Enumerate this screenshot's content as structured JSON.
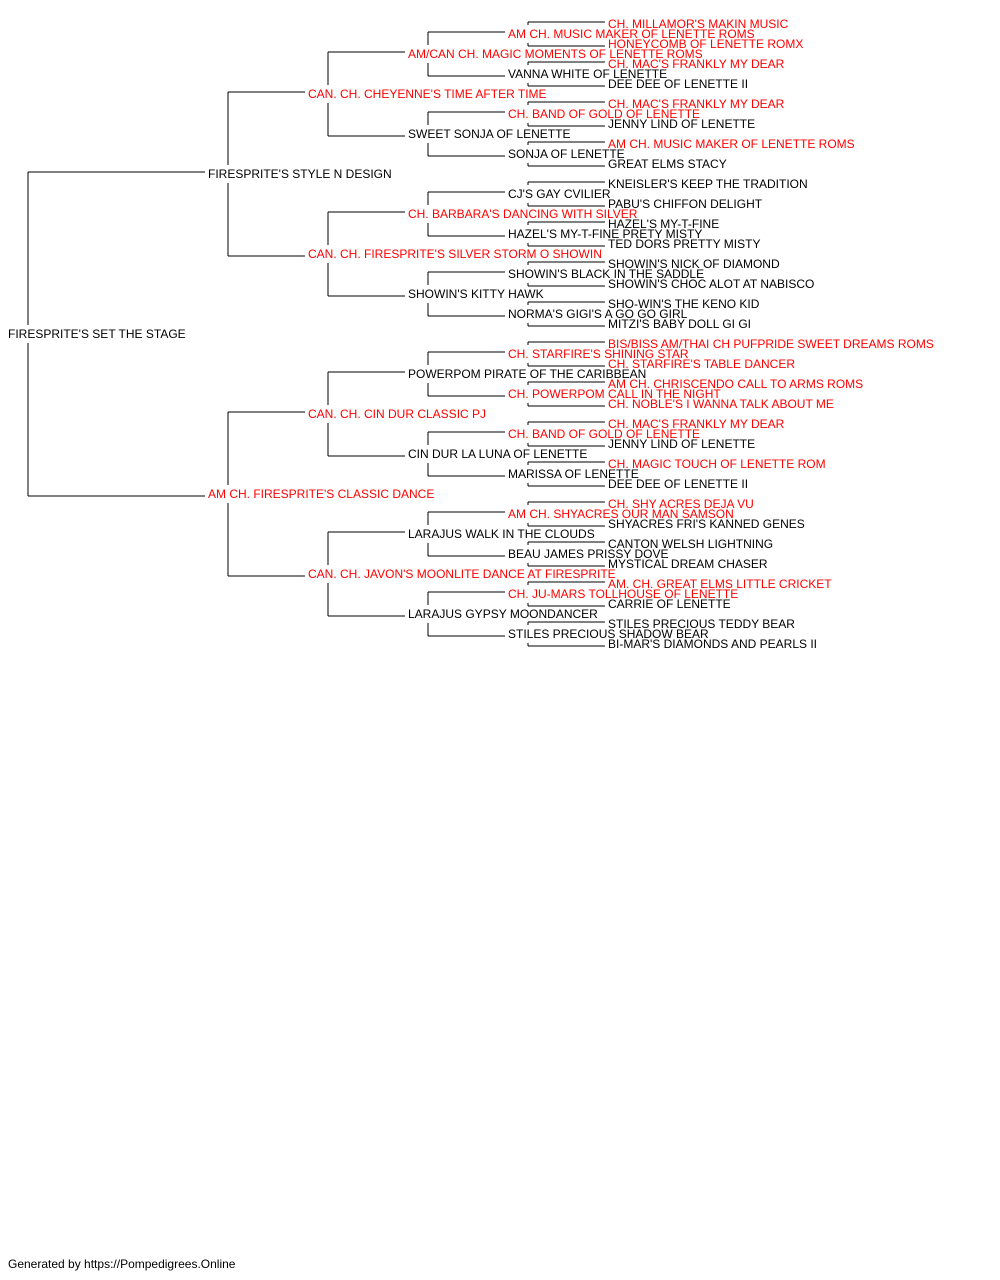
{
  "colors": {
    "champion": "#ff0000",
    "normal": "#000000",
    "line": "#000000"
  },
  "footer": "Generated by https://Pompedigrees.Online",
  "pedigree": {
    "name": "FIRESPRITE'S SET THE STAGE",
    "champion": false,
    "sire": {
      "name": "FIRESPRITE'S STYLE N DESIGN",
      "champion": false,
      "sire": {
        "name": "CAN. CH. CHEYENNE'S TIME AFTER TIME",
        "champion": true,
        "sire": {
          "name": "AM/CAN CH. MAGIC MOMENTS OF LENETTE ROMS",
          "champion": true,
          "sire": {
            "name": "AM CH. MUSIC MAKER OF LENETTE ROMS",
            "champion": true,
            "sire": {
              "name": "CH. MILLAMOR'S MAKIN MUSIC",
              "champion": true
            },
            "dam": {
              "name": "HONEYCOMB OF LENETTE ROMX",
              "champion": true
            }
          },
          "dam": {
            "name": "VANNA WHITE OF LENETTE",
            "champion": false,
            "sire": {
              "name": "CH. MAC'S FRANKLY MY DEAR",
              "champion": true
            },
            "dam": {
              "name": "DEE DEE OF LENETTE II",
              "champion": false
            }
          }
        },
        "dam": {
          "name": "SWEET SONJA OF LENETTE",
          "champion": false,
          "sire": {
            "name": "CH. BAND OF GOLD OF LENETTE",
            "champion": true,
            "sire": {
              "name": "CH. MAC'S FRANKLY MY DEAR",
              "champion": true
            },
            "dam": {
              "name": "JENNY LIND OF LENETTE",
              "champion": false
            }
          },
          "dam": {
            "name": "SONJA OF LENETTE",
            "champion": false,
            "sire": {
              "name": "AM CH. MUSIC MAKER OF LENETTE ROMS",
              "champion": true
            },
            "dam": {
              "name": "GREAT ELMS STACY",
              "champion": false
            }
          }
        }
      },
      "dam": {
        "name": "CAN. CH. FIRESPRITE'S SILVER STORM O SHOWIN",
        "champion": true,
        "sire": {
          "name": "CH. BARBARA'S DANCING WITH SILVER",
          "champion": true,
          "sire": {
            "name": "CJ'S GAY CVILIER",
            "champion": false,
            "sire": {
              "name": "KNEISLER'S KEEP THE TRADITION",
              "champion": false
            },
            "dam": {
              "name": "PABU'S CHIFFON DELIGHT",
              "champion": false
            }
          },
          "dam": {
            "name": "HAZEL'S MY-T-FINE PRETY MISTY",
            "champion": false,
            "sire": {
              "name": "HAZEL'S MY-T-FINE",
              "champion": false
            },
            "dam": {
              "name": "TED DORS PRETTY MISTY",
              "champion": false
            }
          }
        },
        "dam": {
          "name": "SHOWIN'S KITTY HAWK",
          "champion": false,
          "sire": {
            "name": "SHOWIN'S BLACK IN THE SADDLE",
            "champion": false,
            "sire": {
              "name": "SHOWIN'S NICK OF DIAMOND",
              "champion": false
            },
            "dam": {
              "name": "SHOWIN'S CHOC ALOT AT NABISCO",
              "champion": false
            }
          },
          "dam": {
            "name": "NORMA'S GIGI'S A GO GO GIRL",
            "champion": false,
            "sire": {
              "name": "SHO-WIN'S THE KENO KID",
              "champion": false
            },
            "dam": {
              "name": "MITZI'S BABY DOLL GI GI",
              "champion": false
            }
          }
        }
      }
    },
    "dam": {
      "name": "AM CH. FIRESPRITE'S CLASSIC DANCE",
      "champion": true,
      "sire": {
        "name": "CAN. CH. CIN DUR CLASSIC PJ",
        "champion": true,
        "sire": {
          "name": "POWERPOM PIRATE OF THE CARIBBEAN",
          "champion": false,
          "sire": {
            "name": "CH. STARFIRE'S SHINING STAR",
            "champion": true,
            "sire": {
              "name": "BIS/BISS AM/THAI CH PUFPRIDE SWEET DREAMS ROMS",
              "champion": true
            },
            "dam": {
              "name": "CH. STARFIRE'S TABLE DANCER",
              "champion": true
            }
          },
          "dam": {
            "name": "CH. POWERPOM CALL IN THE NIGHT",
            "champion": true,
            "sire": {
              "name": "AM CH. CHRISCENDO CALL TO ARMS ROMS",
              "champion": true
            },
            "dam": {
              "name": "CH. NOBLE'S I WANNA TALK ABOUT ME",
              "champion": true
            }
          }
        },
        "dam": {
          "name": "CIN DUR LA LUNA OF LENETTE",
          "champion": false,
          "sire": {
            "name": "CH. BAND OF GOLD OF LENETTE",
            "champion": true,
            "sire": {
              "name": "CH. MAC'S FRANKLY MY DEAR",
              "champion": true
            },
            "dam": {
              "name": "JENNY LIND OF LENETTE",
              "champion": false
            }
          },
          "dam": {
            "name": "MARISSA OF LENETTE",
            "champion": false,
            "sire": {
              "name": "CH. MAGIC TOUCH OF LENETTE ROM",
              "champion": true
            },
            "dam": {
              "name": "DEE DEE OF LENETTE II",
              "champion": false
            }
          }
        }
      },
      "dam": {
        "name": "CAN. CH. JAVON'S MOONLITE DANCE AT FIRESPRITE",
        "champion": true,
        "sire": {
          "name": "LARAJUS WALK IN THE CLOUDS",
          "champion": false,
          "sire": {
            "name": "AM CH. SHYACRES OUR MAN SAMSON",
            "champion": true,
            "sire": {
              "name": "CH. SHY ACRES DEJA VU",
              "champion": true
            },
            "dam": {
              "name": "SHYACRES FRI'S KANNED GENES",
              "champion": false
            }
          },
          "dam": {
            "name": "BEAU JAMES PRISSY DOVE",
            "champion": false,
            "sire": {
              "name": "CANTON WELSH LIGHTNING",
              "champion": false
            },
            "dam": {
              "name": "MYSTICAL DREAM CHASER",
              "champion": false
            }
          }
        },
        "dam": {
          "name": "LARAJUS GYPSY MOONDANCER",
          "champion": false,
          "sire": {
            "name": "CH. JU-MARS TOLLHOUSE OF LENETTE",
            "champion": true,
            "sire": {
              "name": "AM. CH. GREAT ELMS LITTLE CRICKET",
              "champion": true
            },
            "dam": {
              "name": "CARRIE OF LENETTE",
              "champion": false
            }
          },
          "dam": {
            "name": "STILES PRECIOUS SHADOW BEAR",
            "champion": false,
            "sire": {
              "name": "STILES PRECIOUS TEDDY BEAR",
              "champion": false
            },
            "dam": {
              "name": "BI-MAR'S DIAMONDS AND PEARLS II",
              "champion": false
            }
          }
        }
      }
    }
  }
}
